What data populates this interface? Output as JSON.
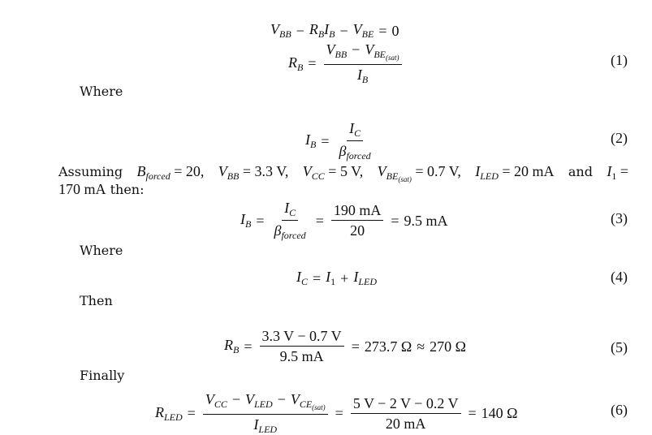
{
  "labels": {
    "where_1": "Where",
    "where_2": "Where",
    "then": "Then",
    "finally": "Finally",
    "assuming": "Assuming",
    "and": "and",
    "then_colon": "then:",
    "comma": ","
  },
  "eq_numbers": {
    "n1": "(1)",
    "n2": "(2)",
    "n3": "(3)",
    "n4": "(4)",
    "n5": "(5)",
    "n6": "(6)"
  },
  "values": {
    "b_forced": "20",
    "v_bb": "3.3 V",
    "v_cc": "5 V",
    "v_be_sat": "0.7 V",
    "i_led": "20 mA",
    "i_1": "170 mA",
    "eq3_num": "190 mA",
    "eq3_den": "20",
    "eq3_result": "9.5 mA",
    "eq5_num": "3.3 V − 0.7 V",
    "eq5_den": "9.5 mA",
    "eq5_result": "273.7 Ω",
    "eq5_approx": "270 Ω",
    "eq6_num": "5 V − 2 V − 0.2 V",
    "eq6_den": "20 mA",
    "eq6_result": "140 Ω"
  }
}
